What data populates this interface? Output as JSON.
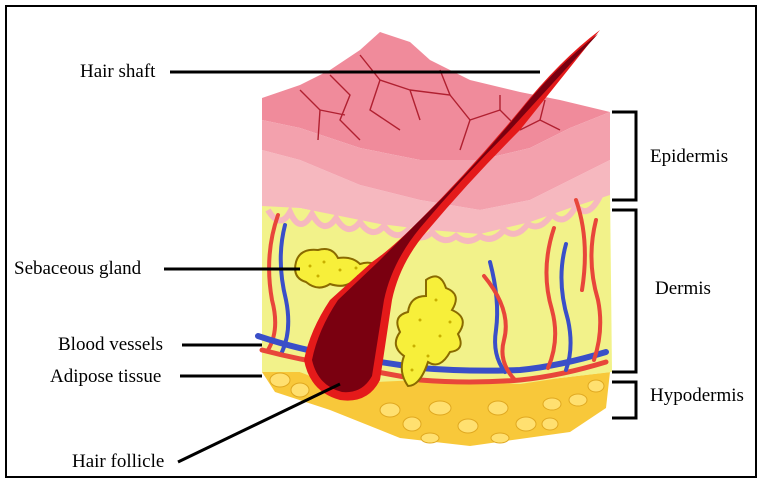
{
  "labels": {
    "hair_shaft": "Hair shaft",
    "sebaceous_gland": "Sebaceous gland",
    "blood_vessels": "Blood vessels",
    "adipose_tissue": "Adipose tissue",
    "hair_follicle": "Hair follicle",
    "epidermis": "Epidermis",
    "dermis": "Dermis",
    "hypodermis": "Hypodermis"
  },
  "colors": {
    "epidermis_top": "#f08b9b",
    "epidermis_side": "#f3a1ad",
    "epidermis_lower": "#f6b8bf",
    "dermis": "#f2f28a",
    "adipose": "#f8c83a",
    "hair": "#7a0010",
    "artery": "#e8463a",
    "vein": "#3a4fc8",
    "gland": "#f7ef3a"
  }
}
